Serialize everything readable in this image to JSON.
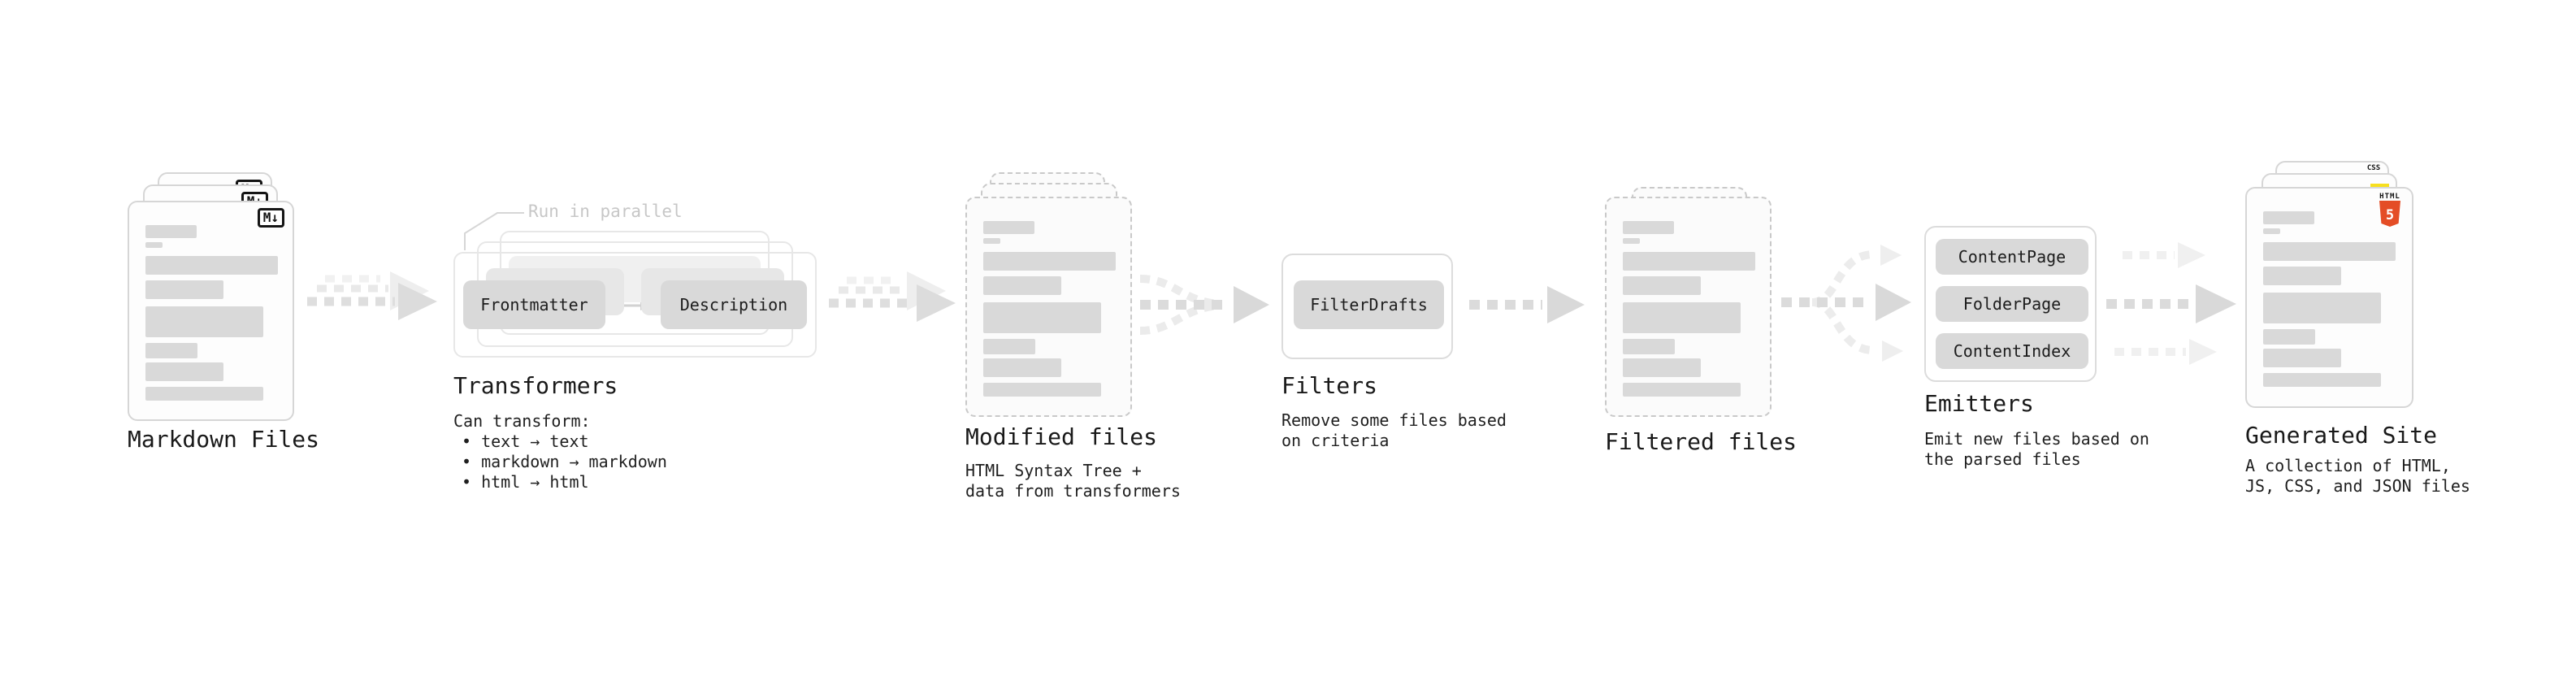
{
  "stages": {
    "markdown": {
      "label": "Markdown Files",
      "badge": "M↓"
    },
    "transformers": {
      "label": "Transformers",
      "annotation": "Run in parallel",
      "pill_from": "Frontmatter",
      "pill_to": "Description",
      "caption_title": "Can transform:",
      "bullets": [
        "• text → text",
        "• markdown → markdown",
        "• html → html"
      ]
    },
    "modified": {
      "label": "Modified files",
      "caption": [
        "HTML Syntax Tree +",
        "data from transformers"
      ]
    },
    "filters": {
      "label": "Filters",
      "pill": "FilterDrafts",
      "caption": [
        "Remove some files based",
        "on criteria"
      ]
    },
    "filtered": {
      "label": "Filtered files"
    },
    "emitters": {
      "label": "Emitters",
      "pills": [
        "ContentPage",
        "FolderPage",
        "ContentIndex"
      ],
      "caption": [
        "Emit new files based on",
        "the parsed files"
      ]
    },
    "generated": {
      "label": "Generated Site",
      "caption": [
        "A collection of HTML,",
        "JS, CSS, and JSON files"
      ],
      "badge_css": "CSS",
      "badge_html_word": "HTML",
      "badge_html_number": "5"
    }
  },
  "colors": {
    "bar_gray": "#d9d9d9",
    "pill_gray": "#d9d9d9",
    "arrow_gray": "#dcdcdc",
    "arrow_faint": "#eeeeee",
    "annotation_gray": "#c7c7c7",
    "js_yellow": "#f7df1e",
    "css_blue": "#2965f1",
    "html5_orange": "#e44d26"
  }
}
